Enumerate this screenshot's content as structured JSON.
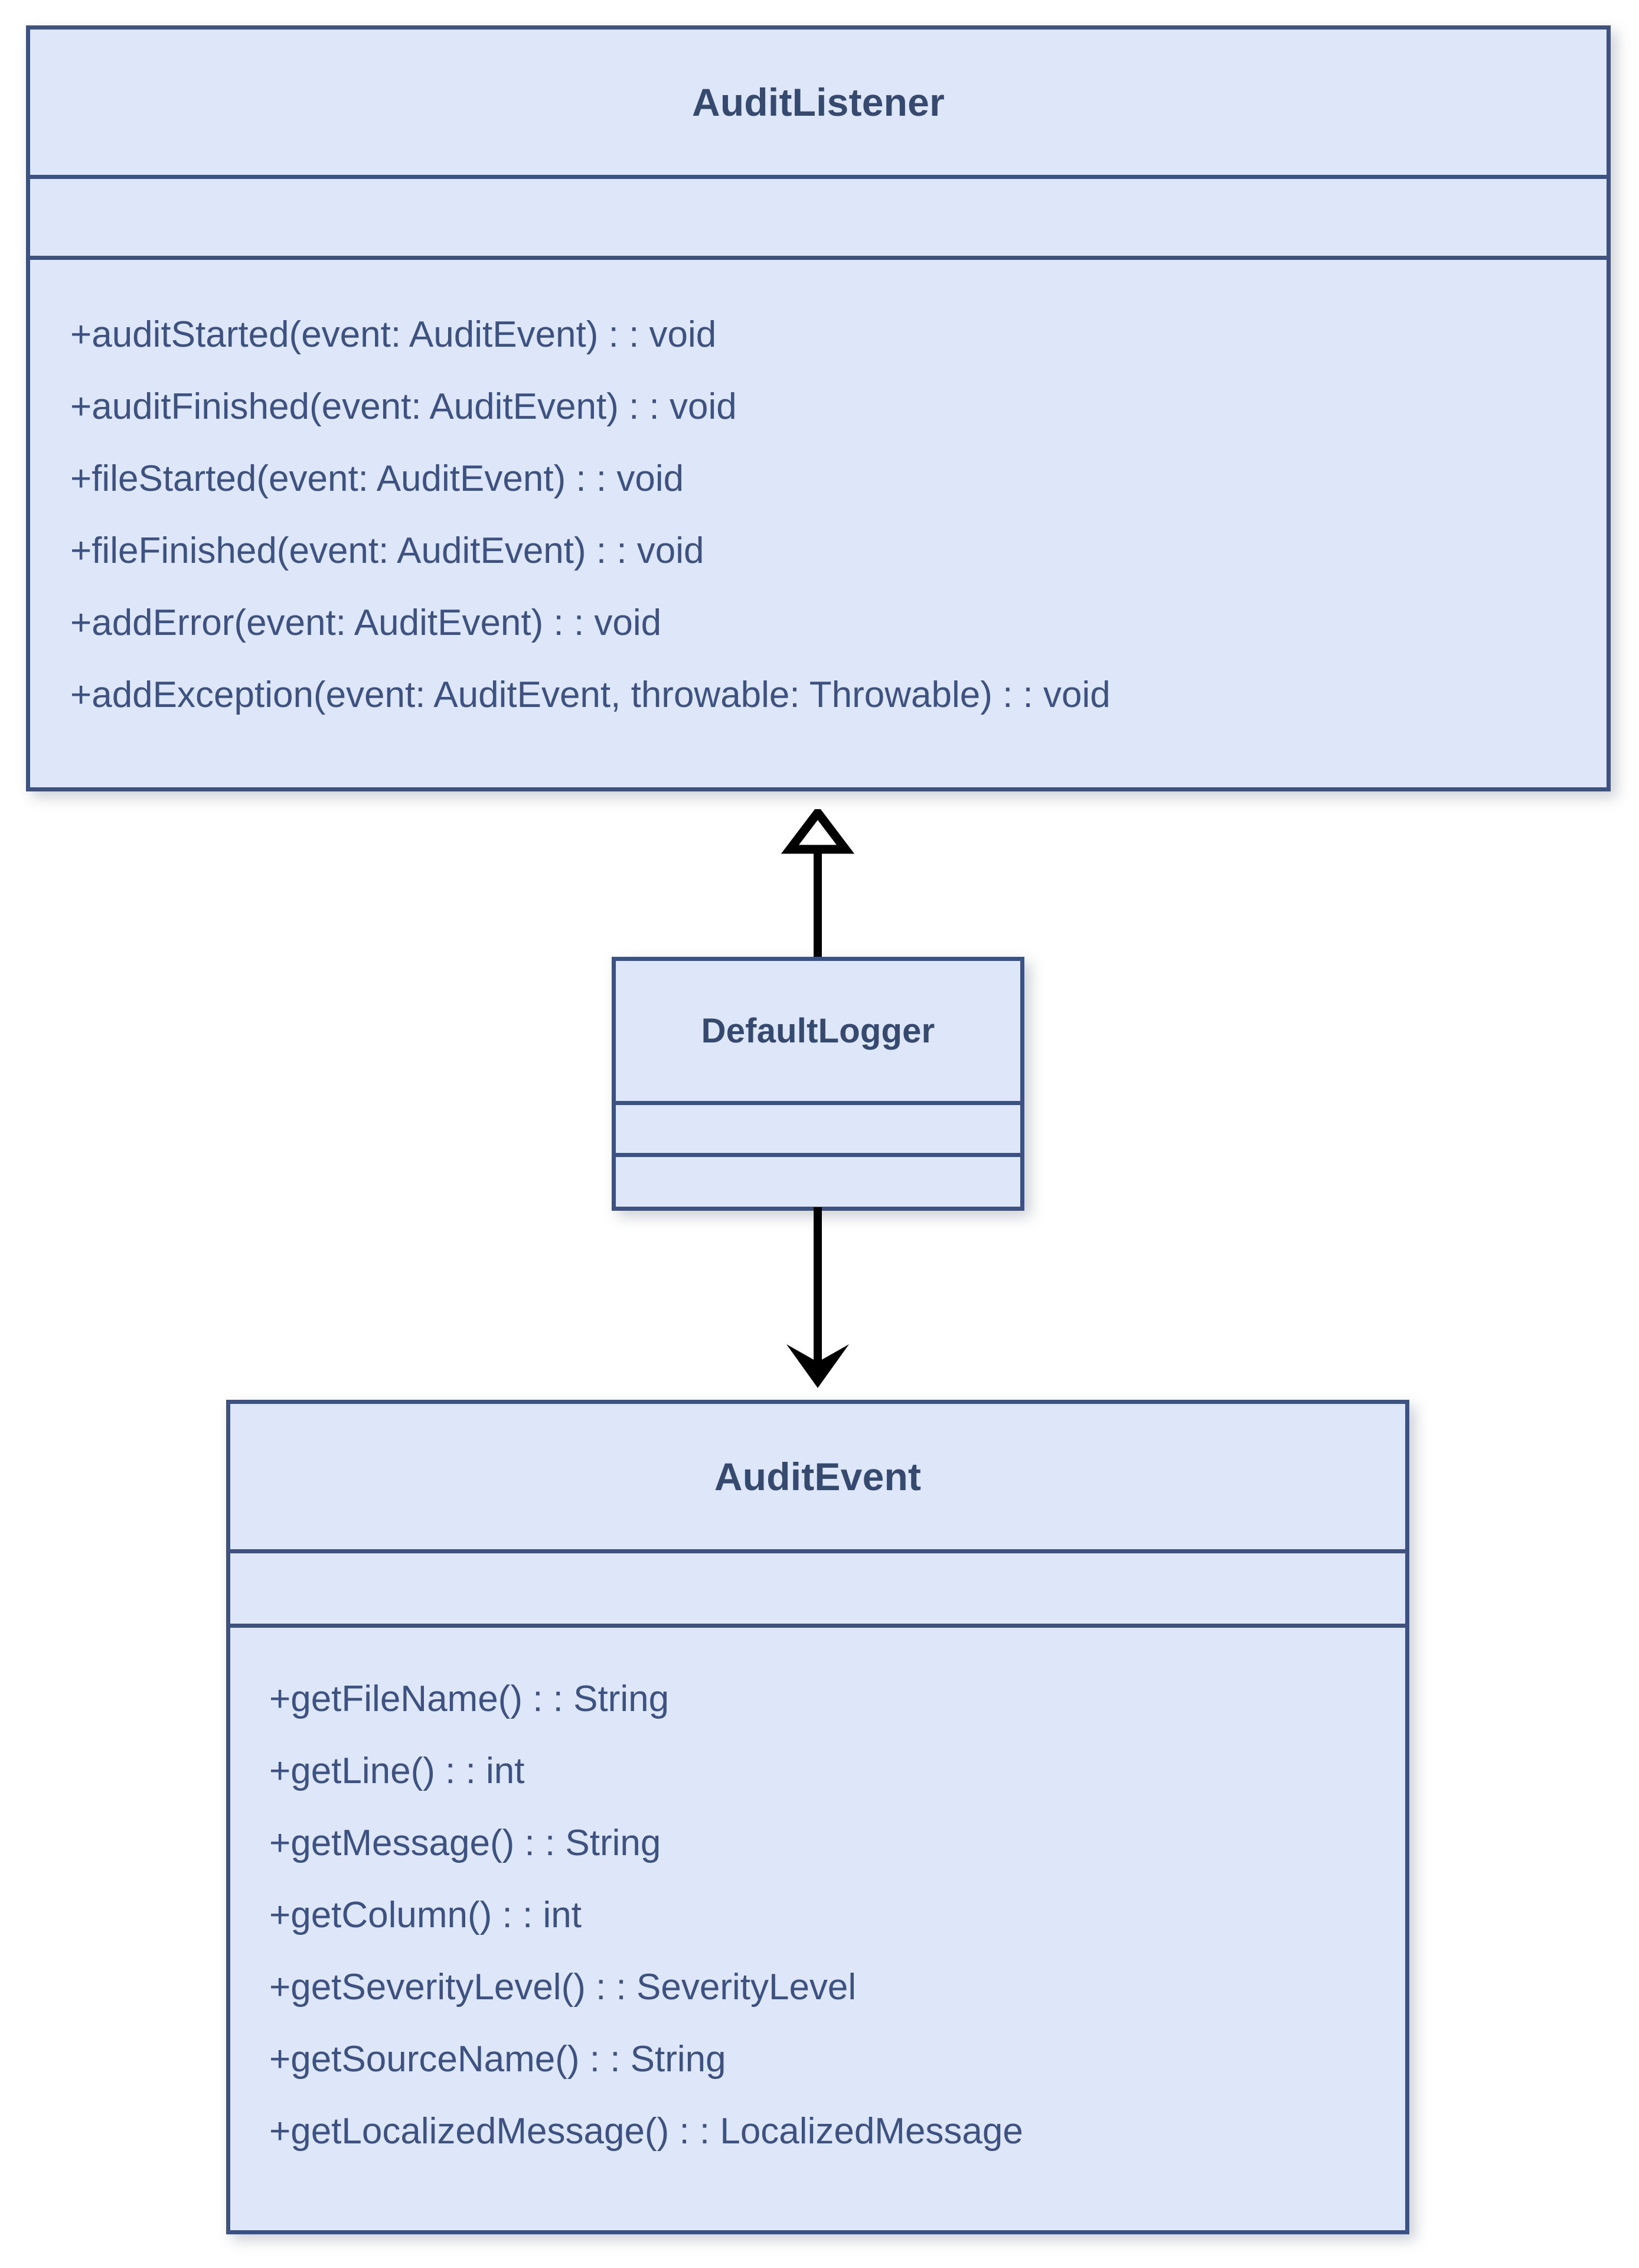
{
  "diagram": {
    "type": "uml-class-diagram",
    "background_color": "#ffffff",
    "class_fill_color": "#dee7fa",
    "class_border_color": "#3d5280",
    "class_text_color": "#36496e",
    "member_text_color": "#3d5280",
    "connector_color": "#000000"
  },
  "classes": {
    "audit_listener": {
      "name": "AuditListener",
      "attributes": [],
      "operations": [
        "+auditStarted(event: AuditEvent) : : void",
        "+auditFinished(event: AuditEvent) : : void",
        "+fileStarted(event: AuditEvent) : : void",
        "+fileFinished(event: AuditEvent) : : void",
        "+addError(event: AuditEvent) : : void",
        "+addException(event: AuditEvent, throwable: Throwable) : : void"
      ]
    },
    "default_logger": {
      "name": "DefaultLogger",
      "attributes": [],
      "operations": []
    },
    "audit_event": {
      "name": "AuditEvent",
      "attributes": [],
      "operations": [
        "+getFileName() : : String",
        "+getLine() : : int",
        "+getMessage() : : String",
        "+getColumn() : : int",
        "+getSeverityLevel() : : SeverityLevel",
        "+getSourceName() : : String",
        "+getLocalizedMessage() : : LocalizedMessage"
      ]
    }
  },
  "relationships": [
    {
      "id": "generalization",
      "kind": "generalization",
      "arrowhead": "hollow-triangle",
      "direction": "up",
      "from": "DefaultLogger",
      "to": "AuditListener"
    },
    {
      "id": "association",
      "kind": "directed-association",
      "arrowhead": "open-solid-arrow",
      "direction": "down",
      "from": "DefaultLogger",
      "to": "AuditEvent"
    }
  ]
}
